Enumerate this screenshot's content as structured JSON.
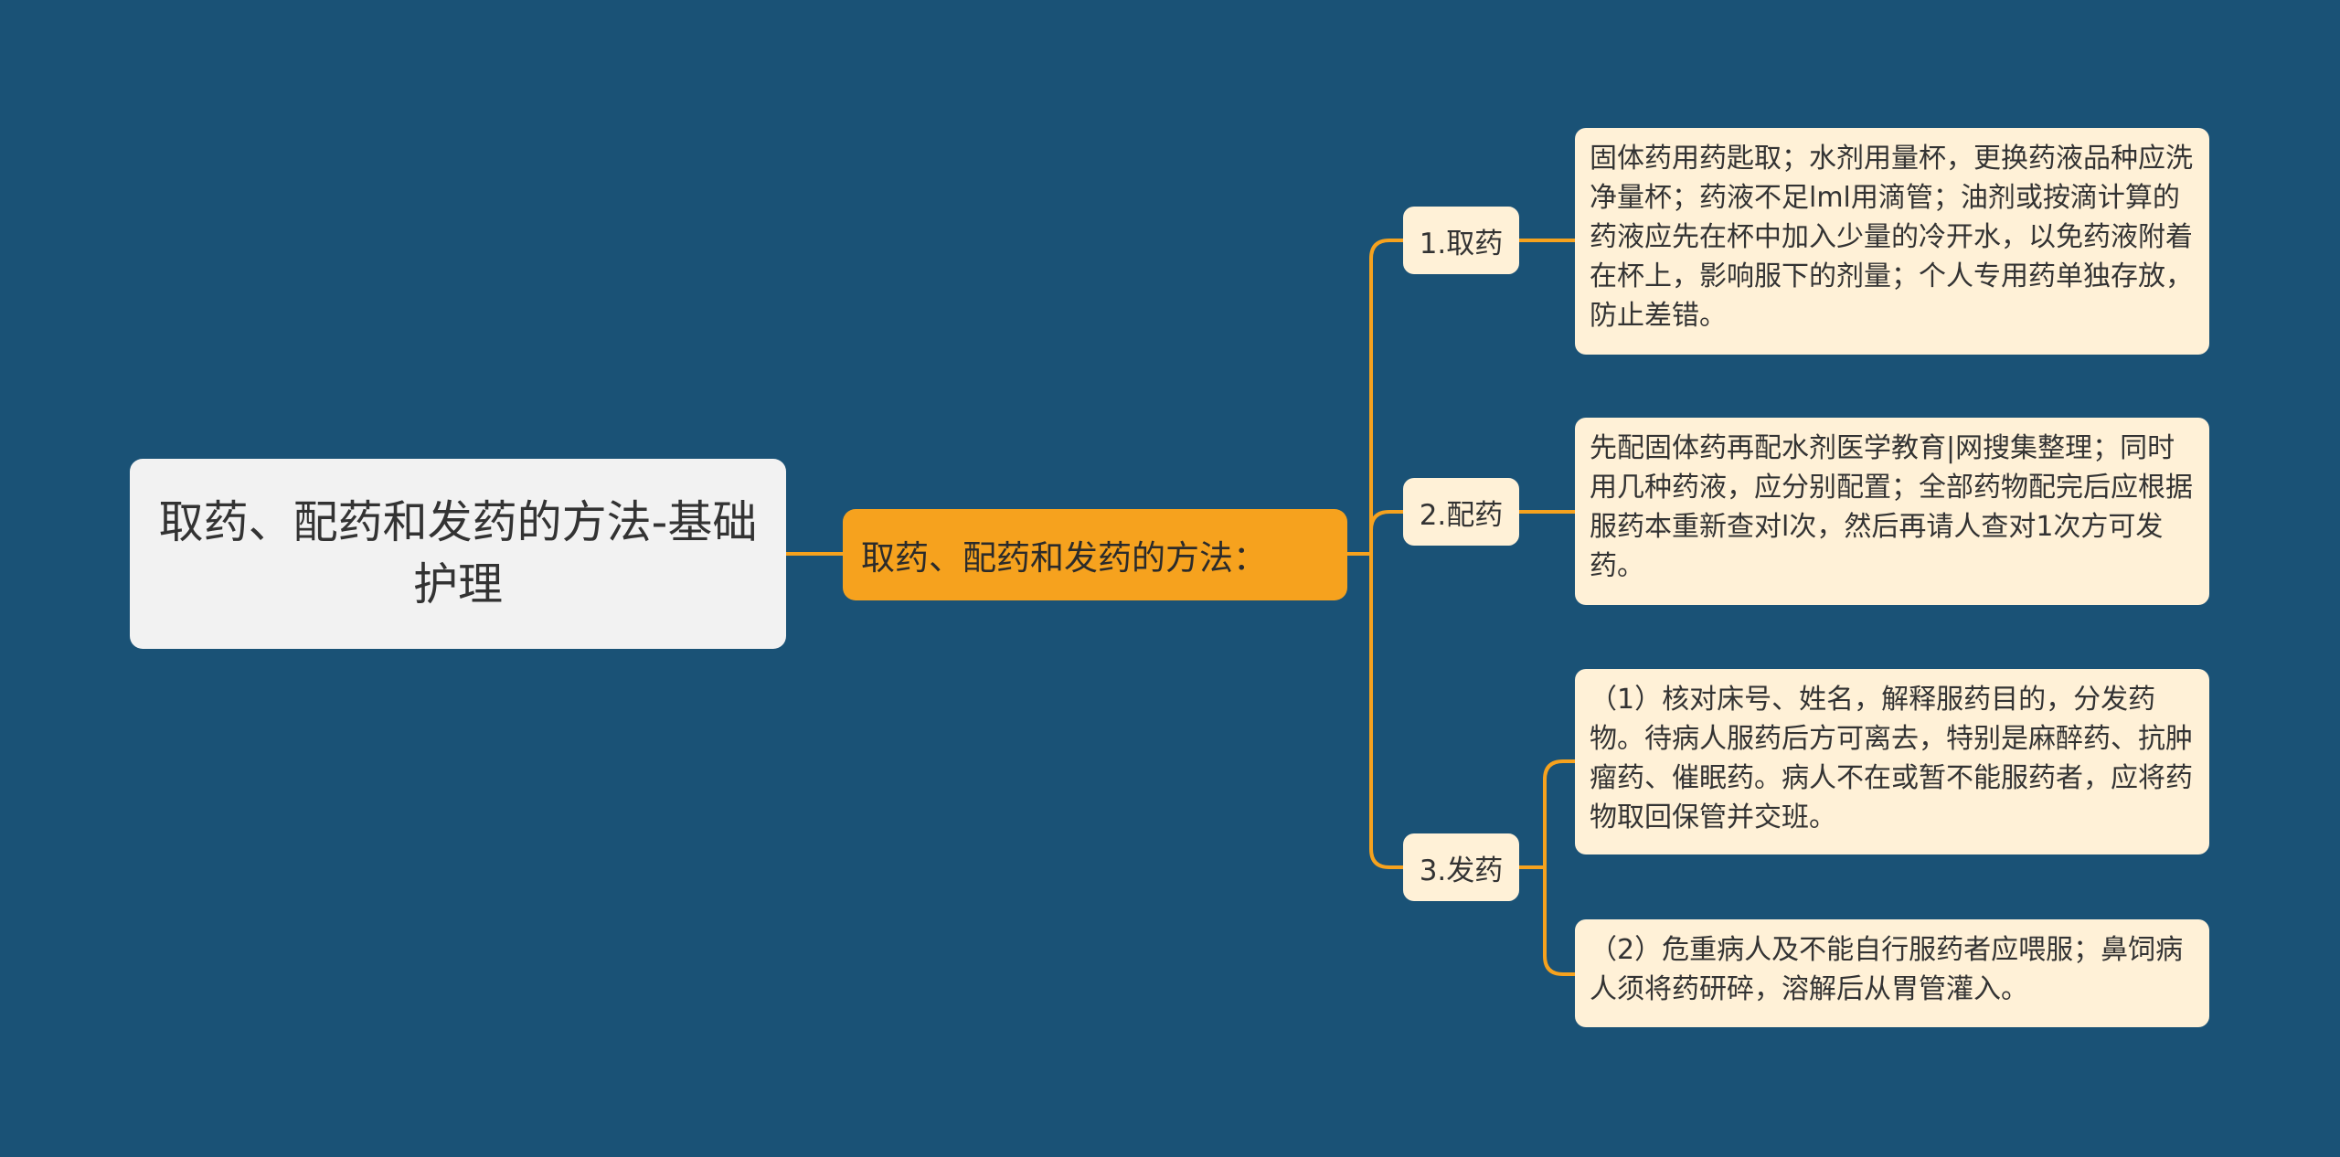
{
  "root": {
    "title": "取药、配药和发药的方法-基础护理"
  },
  "center": {
    "label": "取药、配药和发药的方法："
  },
  "branches": [
    {
      "label": "1.取药"
    },
    {
      "label": "2.配药"
    },
    {
      "label": "3.发药"
    }
  ],
  "leaves": [
    {
      "text": "固体药用药匙取；水剂用量杯，更换药液品种应洗净量杯；药液不足lml用滴管；油剂或按滴计算的药液应先在杯中加入少量的冷开水，以免药液附着在杯上，影响服下的剂量；个人专用药单独存放，防止差错。"
    },
    {
      "text": "先配固体药再配水剂医学教育|网搜集整理；同时用几种药液，应分别配置；全部药物配完后应根据服药本重新查对l次，然后再请人查对1次方可发药。"
    },
    {
      "text": "（1）核对床号、姓名，解释服药目的，分发药物。待病人服药后方可离去，特别是麻醉药、抗肿瘤药、催眠药。病人不在或暂不能服药者，应将药物取回保管并交班。"
    },
    {
      "text": "（2）危重病人及不能自行服药者应喂服；鼻饲病人须将药研碎，溶解后从胃管灌入。"
    }
  ],
  "colors": {
    "background": "#1a5276",
    "connector": "#f6a21e",
    "center": "#f6a21e",
    "node": "#fff1d7",
    "root": "#f2f2f2"
  }
}
